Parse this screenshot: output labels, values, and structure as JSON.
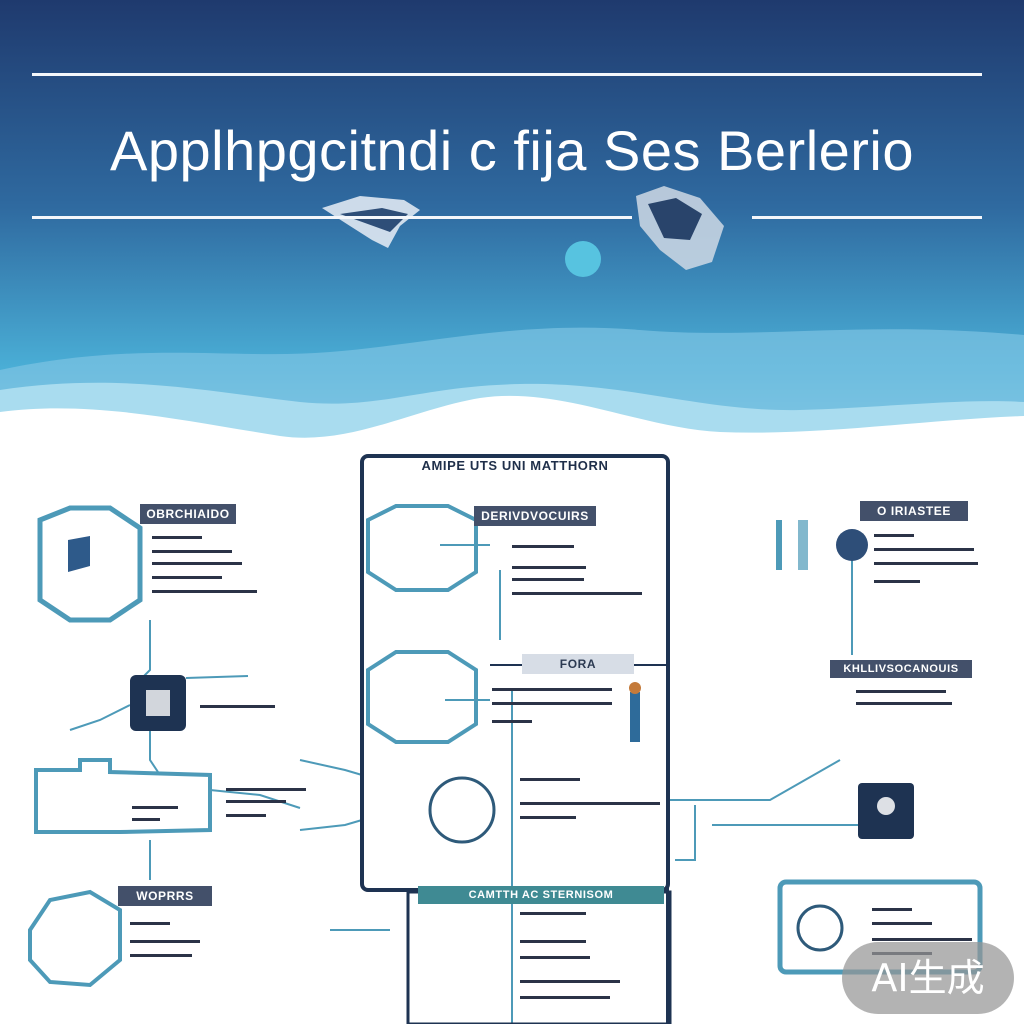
{
  "header": {
    "title": "Applhpgcitndi c fija Ses Berlerio"
  },
  "diagram": {
    "center_header": "AMIPE UTS UNI MATTHORN",
    "sections": {
      "center_top": "DERIVDVOCUIRS",
      "center_mid": "FORA",
      "center_bottom": "CAMTTH AC STERNISOM",
      "left_top": "OBRCHIAIDO",
      "left_bottom": "WOPRRS",
      "right_top": "O IRIASTEE",
      "right_mid": "KHLLIVSOCANOUIS"
    }
  },
  "badge": {
    "text": "AI生成"
  },
  "colors": {
    "navy": "#1d3b70",
    "sky": "#4aaed6",
    "frame": "#1e3352",
    "accent_teal": "#3f8a93",
    "line_blue": "#4d9ab8"
  }
}
